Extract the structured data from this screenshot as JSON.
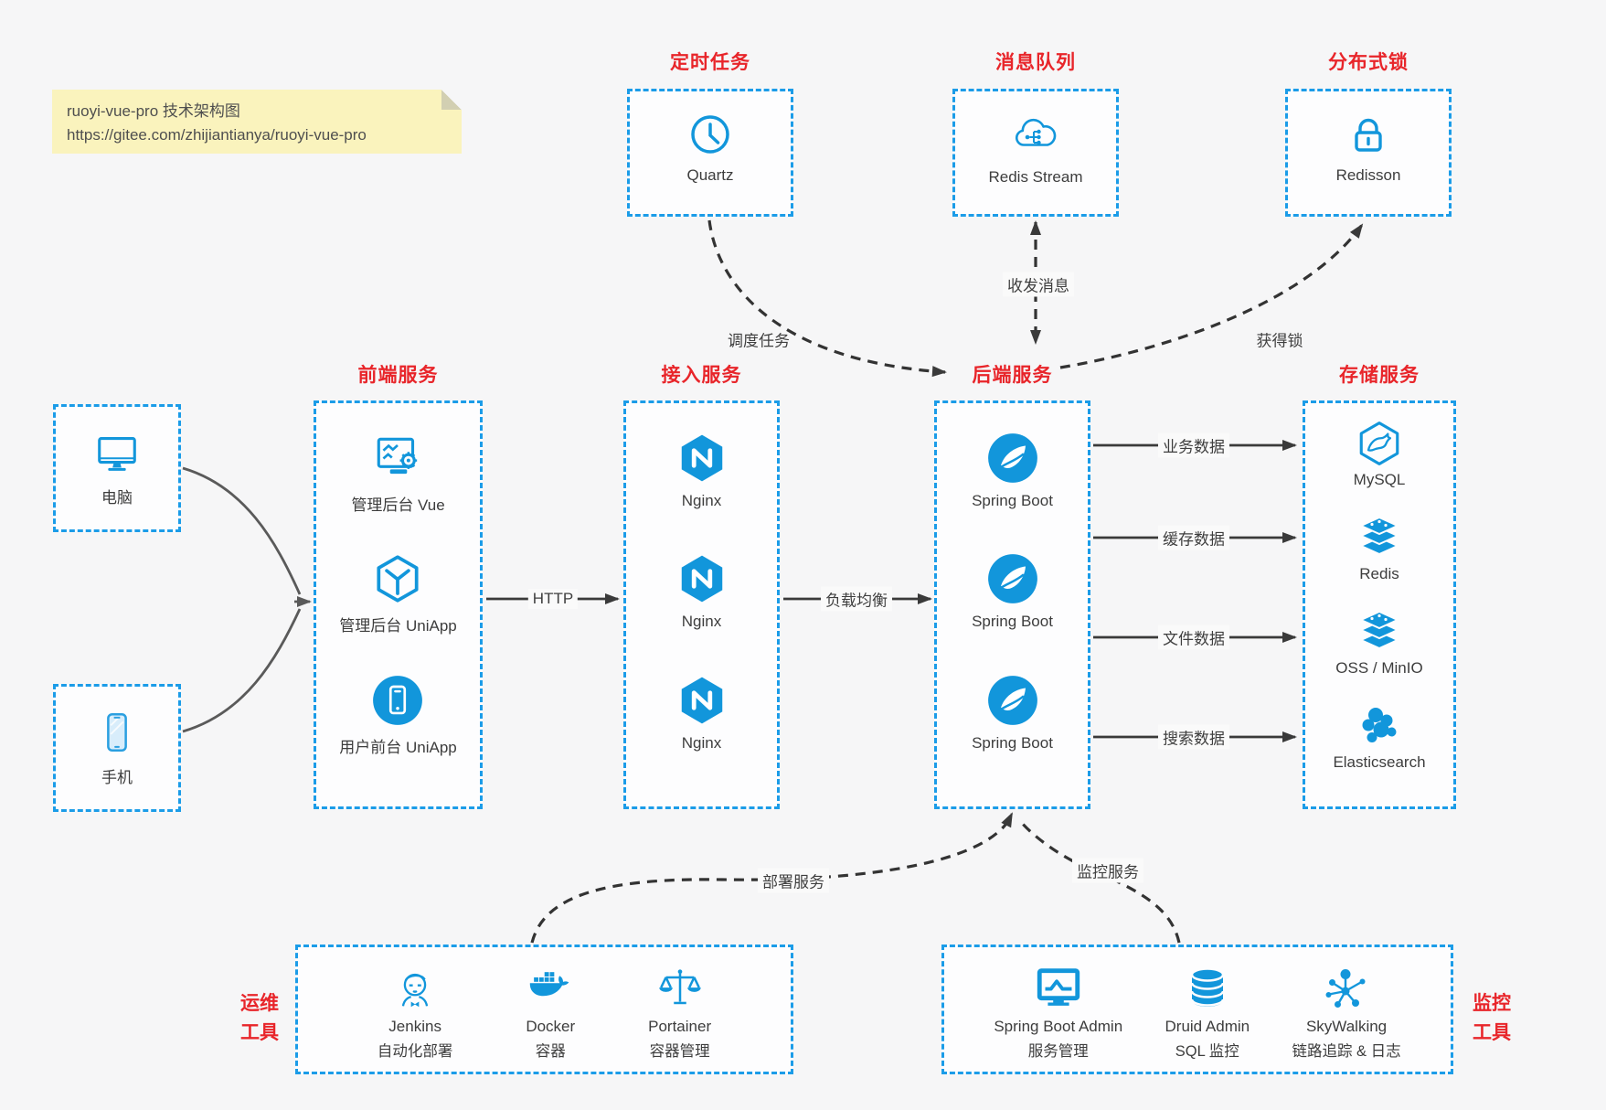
{
  "note": {
    "title": "ruoyi-vue-pro 技术架构图",
    "url": "https://gitee.com/zhijiantianya/ruoyi-vue-pro"
  },
  "top_groups": [
    {
      "title": "定时任务",
      "icon": "clock-icon",
      "label": "Quartz"
    },
    {
      "title": "消息队列",
      "icon": "cloud-stream-icon",
      "label": "Redis Stream"
    },
    {
      "title": "分布式锁",
      "icon": "lock-icon",
      "label": "Redisson"
    }
  ],
  "clients": [
    {
      "icon": "desktop-icon",
      "label": "电脑"
    },
    {
      "icon": "phone-icon",
      "label": "手机"
    }
  ],
  "columns": [
    {
      "title": "前端服务",
      "items": [
        {
          "icon": "admin-vue-icon",
          "label": "管理后台 Vue"
        },
        {
          "icon": "uniapp-cube-icon",
          "label": "管理后台 UniApp"
        },
        {
          "icon": "user-app-icon",
          "label": "用户前台 UniApp"
        }
      ]
    },
    {
      "title": "接入服务",
      "items": [
        {
          "icon": "nginx-icon",
          "label": "Nginx"
        },
        {
          "icon": "nginx-icon",
          "label": "Nginx"
        },
        {
          "icon": "nginx-icon",
          "label": "Nginx"
        }
      ]
    },
    {
      "title": "后端服务",
      "items": [
        {
          "icon": "spring-icon",
          "label": "Spring Boot"
        },
        {
          "icon": "spring-icon",
          "label": "Spring Boot"
        },
        {
          "icon": "spring-icon",
          "label": "Spring Boot"
        }
      ]
    },
    {
      "title": "存储服务",
      "items": [
        {
          "icon": "mysql-icon",
          "label": "MySQL"
        },
        {
          "icon": "redis-stack-icon",
          "label": "Redis"
        },
        {
          "icon": "redis-stack-icon",
          "label": "OSS / MinIO"
        },
        {
          "icon": "elasticsearch-icon",
          "label": "Elasticsearch"
        }
      ]
    }
  ],
  "bottom_groups": [
    {
      "side_label": [
        "运维",
        "工具"
      ],
      "items": [
        {
          "icon": "jenkins-icon",
          "name": "Jenkins",
          "sub": "自动化部署"
        },
        {
          "icon": "docker-icon",
          "name": "Docker",
          "sub": "容器"
        },
        {
          "icon": "portainer-icon",
          "name": "Portainer",
          "sub": "容器管理"
        }
      ]
    },
    {
      "side_label": [
        "监控",
        "工具"
      ],
      "items": [
        {
          "icon": "spring-boot-admin-icon",
          "name": "Spring Boot Admin",
          "sub": "服务管理"
        },
        {
          "icon": "druid-icon",
          "name": "Druid Admin",
          "sub": "SQL 监控"
        },
        {
          "icon": "skywalking-icon",
          "name": "SkyWalking",
          "sub": "链路追踪 & 日志"
        }
      ]
    }
  ],
  "edge_labels": {
    "http": "HTTP",
    "load_balance": "负载均衡",
    "business": "业务数据",
    "cache": "缓存数据",
    "file": "文件数据",
    "search": "搜索数据",
    "schedule": "调度任务",
    "message": "收发消息",
    "lock": "获得锁",
    "deploy": "部署服务",
    "monitor": "监控服务"
  },
  "colors": {
    "icon_blue": "#1296db",
    "border_blue": "#1b9ce8",
    "title_red": "#e8252a",
    "note_bg": "#faf3bd",
    "canvas_bg": "#f6f6f7"
  }
}
